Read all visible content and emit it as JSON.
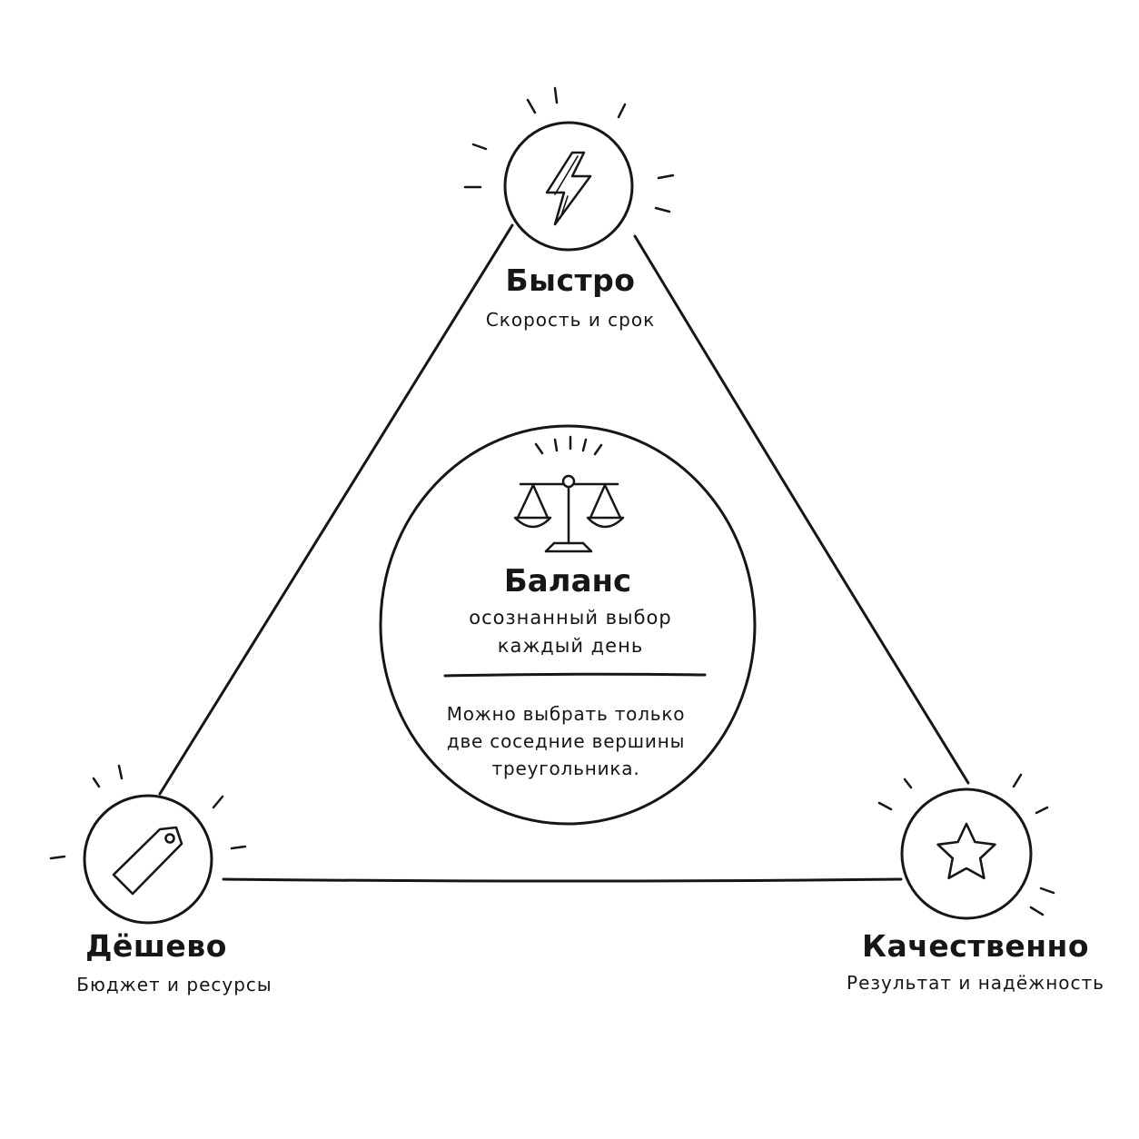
{
  "vertices": {
    "top": {
      "title": "Быстро",
      "subtitle": "Скорость и срок",
      "icon": "lightning-icon"
    },
    "left": {
      "title": "Дёшево",
      "subtitle": "Бюджет и ресурсы",
      "icon": "price-tag-icon"
    },
    "right": {
      "title": "Качественно",
      "subtitle": "Результат и надёжность",
      "icon": "star-icon"
    }
  },
  "center": {
    "title": "Баланс",
    "subtitle_lines": [
      "осознанный выбор",
      "каждый день"
    ],
    "icon": "scales-icon",
    "note_lines": [
      "Можно выбрать только",
      "две соседние вершины",
      "треугольника."
    ]
  },
  "colors": {
    "ink": "#161616",
    "background": "#ffffff"
  }
}
